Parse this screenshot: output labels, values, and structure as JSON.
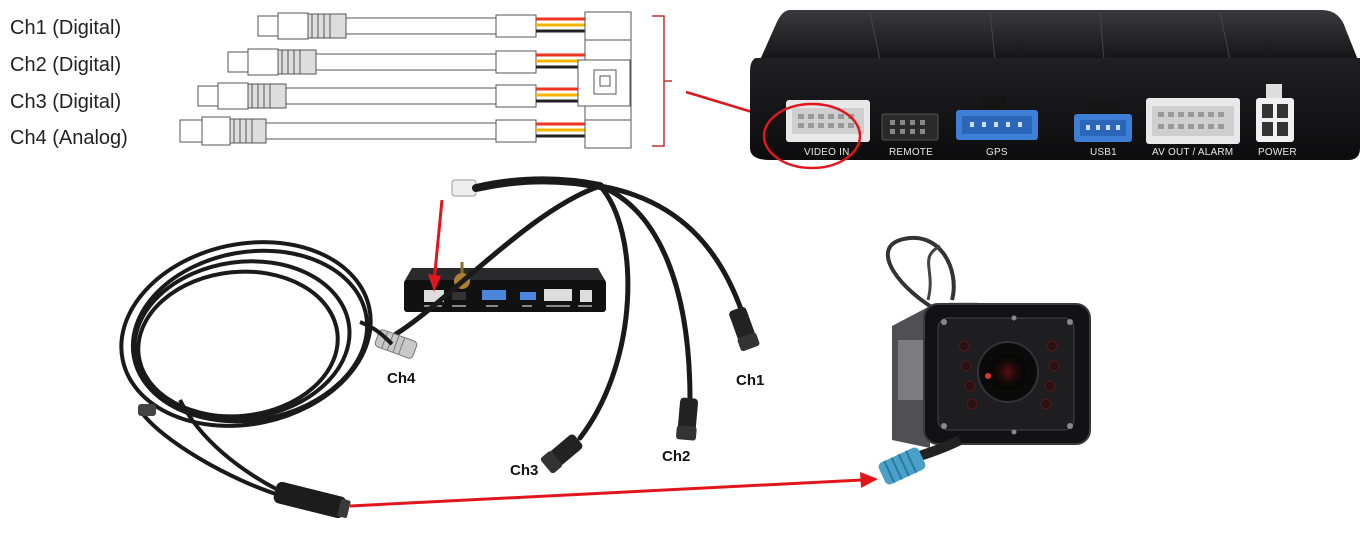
{
  "channels": [
    {
      "label": "Ch1 (Digital)"
    },
    {
      "label": "Ch2 (Digital)"
    },
    {
      "label": "Ch3 (Digital)"
    },
    {
      "label": "Ch4 (Analog)"
    }
  ],
  "dvr_ports": {
    "video_in": "VIDEO IN",
    "remote": "REMOTE",
    "gps": "GPS",
    "usb1": "USB1",
    "av_out_alarm": "AV OUT / ALARM",
    "power": "POWER"
  },
  "cable_labels": {
    "ch1": "Ch1",
    "ch2": "Ch2",
    "ch3": "Ch3",
    "ch4": "Ch4"
  },
  "colors": {
    "highlight": "#e0161c",
    "dvr_body": "#1b1b1d",
    "gps_port": "#3d7fd6",
    "cable": "#1a1a1a"
  }
}
